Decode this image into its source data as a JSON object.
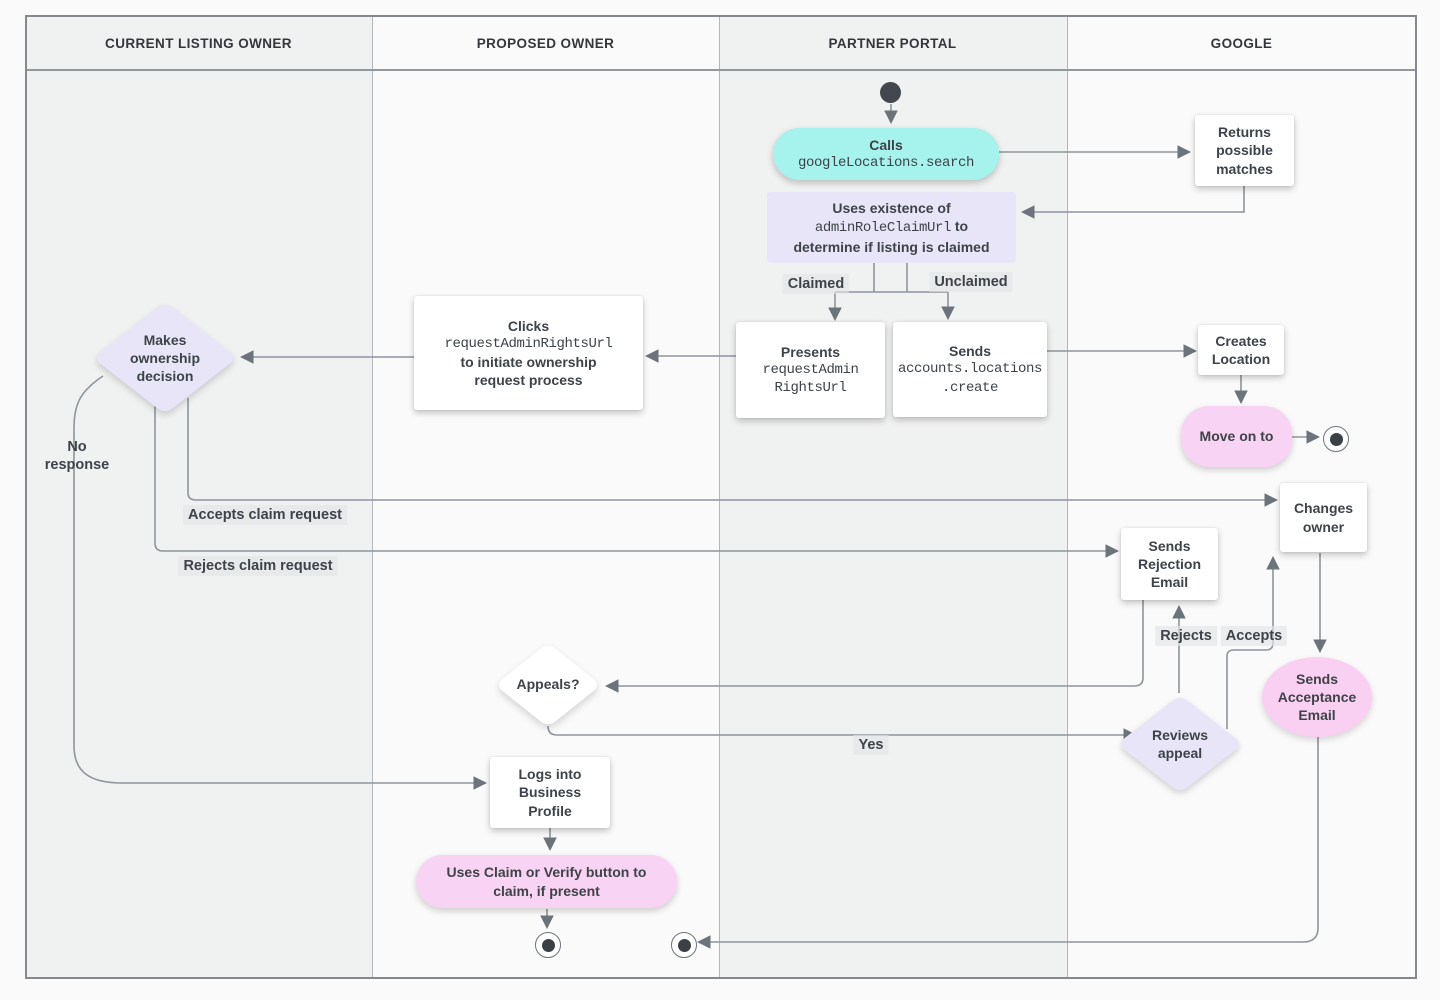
{
  "lanes": [
    {
      "label": "CURRENT LISTING OWNER"
    },
    {
      "label": "PROPOSED OWNER"
    },
    {
      "label": "PARTNER PORTAL"
    },
    {
      "label": "GOOGLE"
    }
  ],
  "nodes": {
    "calls": {
      "title": "Calls",
      "code": "googleLocations.search"
    },
    "returns": {
      "label": "Returns possible matches"
    },
    "uses": {
      "pre": "Uses existence of",
      "code": "adminRoleClaimUrl",
      "mid": "to",
      "post": "determine if listing is claimed"
    },
    "presents": {
      "title": "Presents",
      "code1": "requestAdmin",
      "code2": "RightsUrl"
    },
    "sends_create": {
      "title": "Sends",
      "code1": "accounts.locations",
      "code2": ".create"
    },
    "creates": {
      "label": "Creates Location"
    },
    "move_on": {
      "label": "Move on to"
    },
    "clicks": {
      "title": "Clicks",
      "code": "requestAdminRightsUrl",
      "rest": "to initiate ownership request process"
    },
    "decision": {
      "label": "Makes ownership decision"
    },
    "changes": {
      "label": "Changes owner"
    },
    "rejection": {
      "label": "Sends Rejection Email"
    },
    "acceptance": {
      "label": "Sends Acceptance Email"
    },
    "reviews": {
      "label": "Reviews appeal"
    },
    "appeals": {
      "label": "Appeals?"
    },
    "logs": {
      "label": "Logs into Business Profile"
    },
    "uses_claim": {
      "label": "Uses Claim or Verify button to claim, if present"
    }
  },
  "edge_labels": {
    "claimed": "Claimed",
    "unclaimed": "Unclaimed",
    "no_response": "No response",
    "accepts_claim": "Accepts claim request",
    "rejects_claim": "Rejects claim request",
    "rejects": "Rejects",
    "accepts": "Accepts",
    "yes": "Yes"
  },
  "colors": {
    "teal": "#a6f2ec",
    "lavender": "#e9e5f8",
    "pink": "#f9d3f3",
    "line_gray": "#8e959c",
    "text_dark": "#3d4349",
    "lane_gray": "#f0f1f1",
    "lane_light": "#fafafa"
  }
}
